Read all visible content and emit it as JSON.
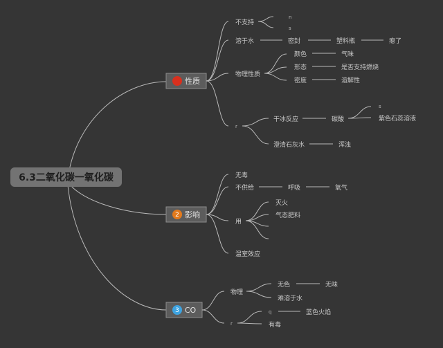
{
  "root": {
    "label": "6.3二氧化碳一氧化碳"
  },
  "branches": [
    {
      "label": "性质",
      "badge": "",
      "badge_color": "#d9301e",
      "children": {
        "a": "不支持",
        "a_1": "n",
        "a_2": "s",
        "b": "溶于水",
        "b_1": "密封",
        "b_2": "塑料瓶",
        "b_3": "瘪了",
        "c": "物理性质",
        "c_1": "颜色",
        "c_1a": "气味",
        "c_2": "形态",
        "c_2a": "是否支持燃烧",
        "c_3": "密度",
        "c_3a": "溶解性",
        "d": "r",
        "d_1": "干冰反应",
        "d_1a": "碳酸",
        "d_1b": "s",
        "d_1c": "紫色石蕊溶液",
        "d_2": "澄清石灰水",
        "d_2a": "浑浊"
      }
    },
    {
      "label": "影响",
      "badge": "2",
      "badge_color": "#e37a1c",
      "children": {
        "a": "无毒",
        "b": "不供给",
        "b_1": "呼吸",
        "b_2": "氧气",
        "c": "用",
        "c_1": "灭火",
        "c_2": "气态肥料",
        "d": "温室效应"
      }
    },
    {
      "label": "CO",
      "badge": "3",
      "badge_color": "#3ea3e0",
      "children": {
        "a": "物理",
        "a_1": "无色",
        "a_1a": "无味",
        "a_2": "难溶于水",
        "b": "r",
        "b_1": "q",
        "b_1a": "蓝色火焰",
        "b_2": "有毒"
      }
    }
  ]
}
